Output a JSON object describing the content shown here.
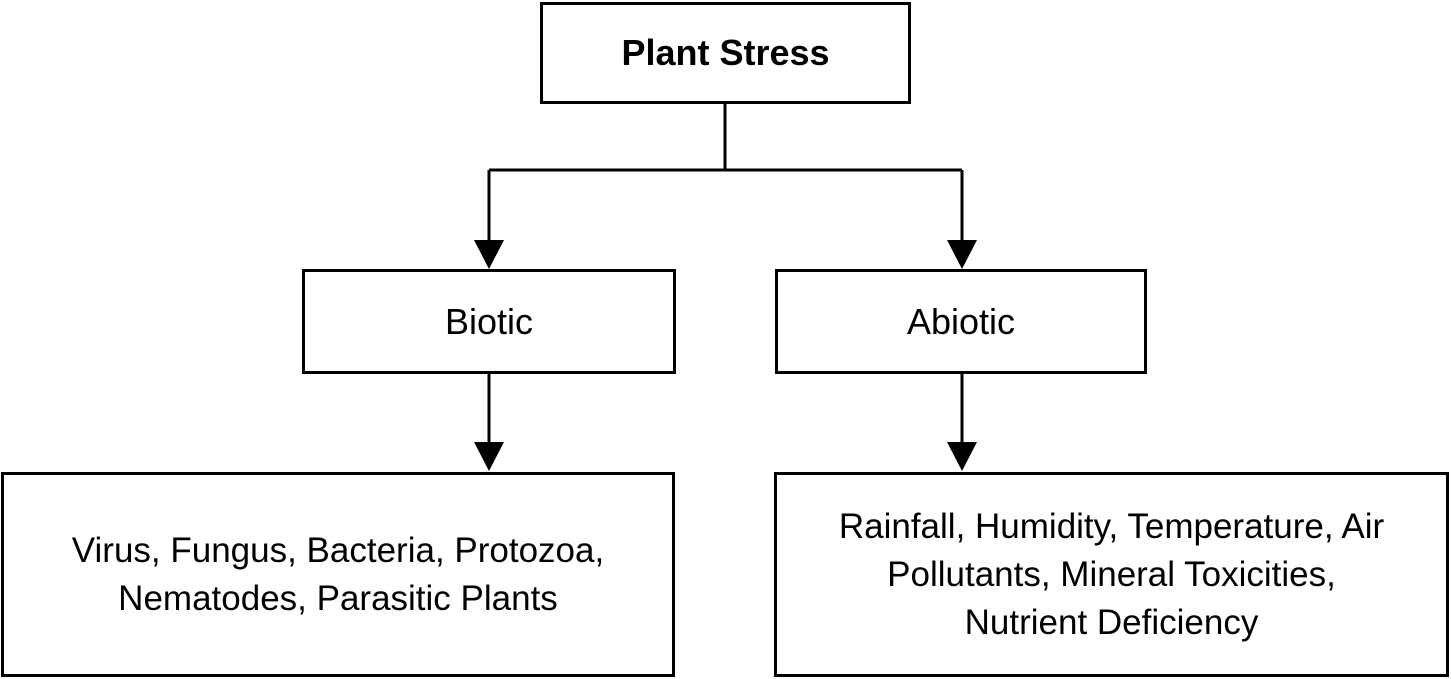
{
  "diagram": {
    "root": {
      "label": "Plant Stress"
    },
    "biotic": {
      "label": "Biotic",
      "examples": {
        "line1": "Virus, Fungus, Bacteria, Protozoa,",
        "line2": "Nematodes, Parasitic Plants"
      }
    },
    "abiotic": {
      "label": "Abiotic",
      "examples": {
        "line1": "Rainfall, Humidity, Temperature, Air",
        "line2": "Pollutants, Mineral Toxicities,",
        "line3": "Nutrient Deficiency"
      }
    },
    "colors": {
      "stroke": "#000000",
      "background": "#ffffff",
      "text": "#000000"
    }
  }
}
